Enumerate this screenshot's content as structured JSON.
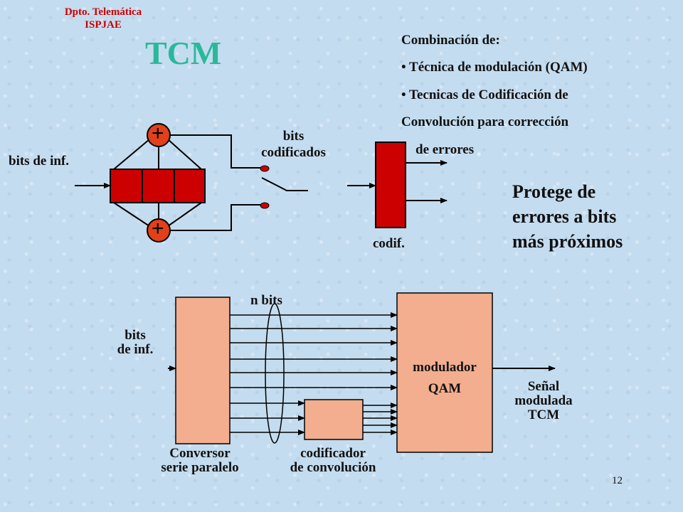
{
  "header": {
    "line1": "Dpto. Telemática",
    "line2": "ISPJAE"
  },
  "title": "TCM",
  "combination": {
    "heading": "Combinación de:",
    "item1": "• Técnica de modulación   (QAM)",
    "item2": "• Tecnicas de Codificación de",
    "line3": "Convolución para corrección",
    "line4": "de errores"
  },
  "top_diagram": {
    "input_label": "bits de inf.",
    "output_label_line1": "bits",
    "output_label_line2": "codificados",
    "adder_symbol": "+",
    "encoder_label": "codif."
  },
  "protect_note": {
    "line1": "Protege de",
    "line2": "errores a bits",
    "line3": "más próximos"
  },
  "bottom_diagram": {
    "input_line1": "bits",
    "input_line2": "de inf.",
    "nbits_label": "n bits",
    "converter_line1": "Conversor",
    "converter_line2": "serie paralelo",
    "coder_line1": "codificador",
    "coder_line2": "de convolución",
    "modulator_line1": "modulador",
    "modulator_line2": "QAM",
    "output_line1": "Señal",
    "output_line2": "modulada",
    "output_line3": "TCM"
  },
  "page_number": "12",
  "colors": {
    "red_block": "#cc0000",
    "adder_fill": "#e0401a",
    "salmon_block": "#f2ae8e",
    "title": "#2bb89a",
    "header": "#cc0000"
  }
}
